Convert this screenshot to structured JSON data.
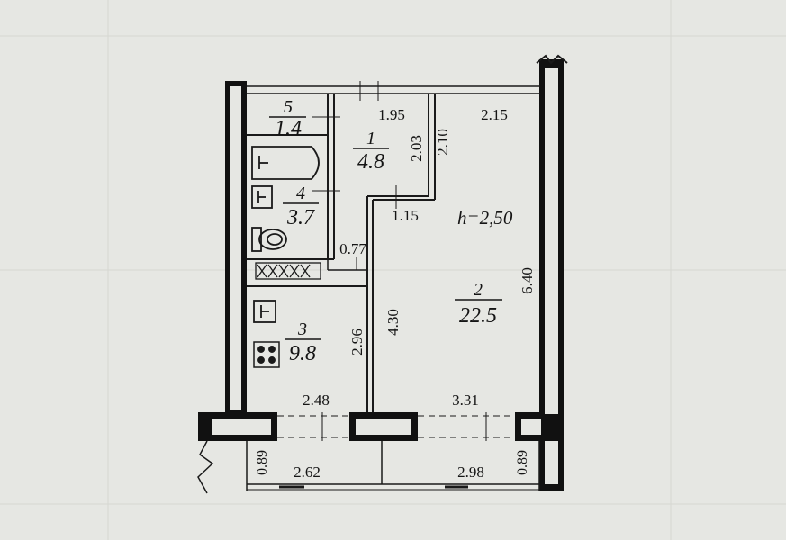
{
  "plan": {
    "ceiling_height": "h=2,50",
    "rooms": [
      {
        "number": "1",
        "area": "4.8"
      },
      {
        "number": "2",
        "area": "22.5"
      },
      {
        "number": "3",
        "area": "9.8"
      },
      {
        "number": "4",
        "area": "3.7"
      },
      {
        "number": "5",
        "area": "1.4"
      }
    ],
    "dimensions": {
      "d_1_95": "1.95",
      "d_2_15_top": "2.15",
      "d_2_03": "2.03",
      "d_2_10": "2.10",
      "d_1_15": "1.15",
      "d_0_77": "0.77",
      "d_6_40": "6.40",
      "d_4_30": "4.30",
      "d_2_96": "2.96",
      "d_2_48": "2.48",
      "d_3_31": "3.31",
      "d_0_89_left": "0.89",
      "d_2_62": "2.62",
      "d_2_98": "2.98",
      "d_0_89_right": "0.89"
    }
  }
}
